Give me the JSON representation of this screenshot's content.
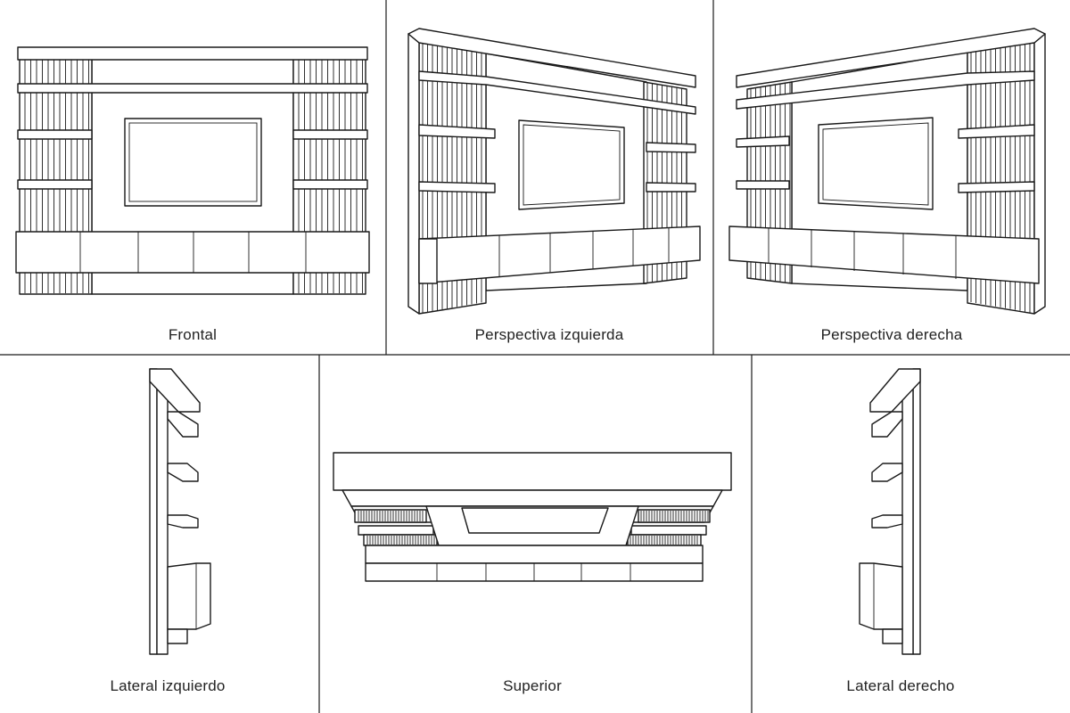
{
  "views": [
    {
      "id": "frontal",
      "caption": "Frontal"
    },
    {
      "id": "perspectiva-izquierda",
      "caption": "Perspectiva izquierda"
    },
    {
      "id": "perspectiva-derecha",
      "caption": "Perspectiva derecha"
    },
    {
      "id": "lateral-izquierdo",
      "caption": "Lateral izquierdo"
    },
    {
      "id": "superior",
      "caption": "Superior"
    },
    {
      "id": "lateral-derecho",
      "caption": "Lateral derecho"
    }
  ]
}
